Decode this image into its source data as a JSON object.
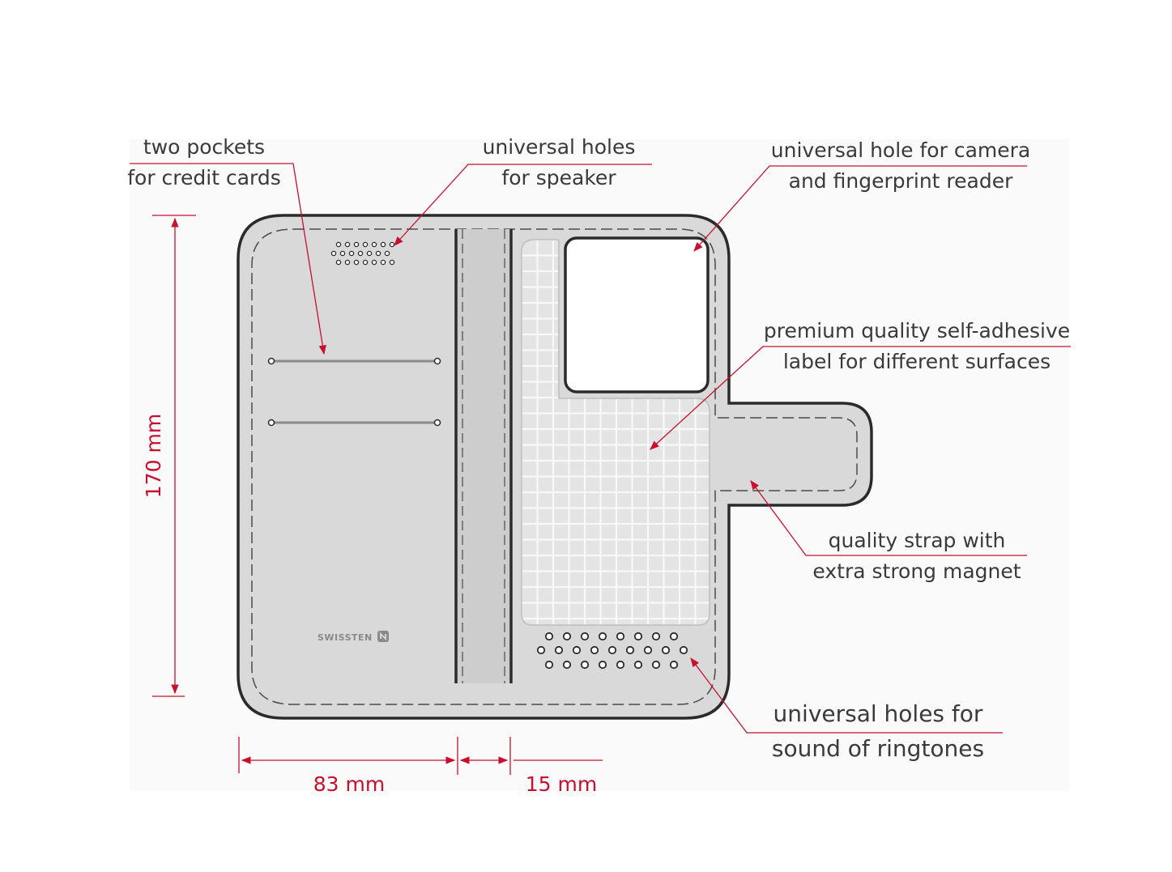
{
  "labels": {
    "pockets": [
      "two pockets",
      "for credit cards"
    ],
    "speaker": [
      "universal holes",
      "for speaker"
    ],
    "camera": [
      "universal hole for camera",
      "and fingerprint reader"
    ],
    "adhesive": [
      "premium quality self-adhesive",
      "label for different surfaces"
    ],
    "strap": [
      "quality strap with",
      "extra strong magnet"
    ],
    "ringtones": [
      "universal holes for",
      "sound of ringtones"
    ]
  },
  "dimensions": {
    "height": "170 mm",
    "width": "83 mm",
    "spine": "15 mm"
  },
  "brand": "SWISSTEN",
  "colors": {
    "case_fill": "#d9d9d9",
    "outline": "#2b2b2b",
    "accent": "#c8102e",
    "grid_fill": "#e6e6e6"
  }
}
